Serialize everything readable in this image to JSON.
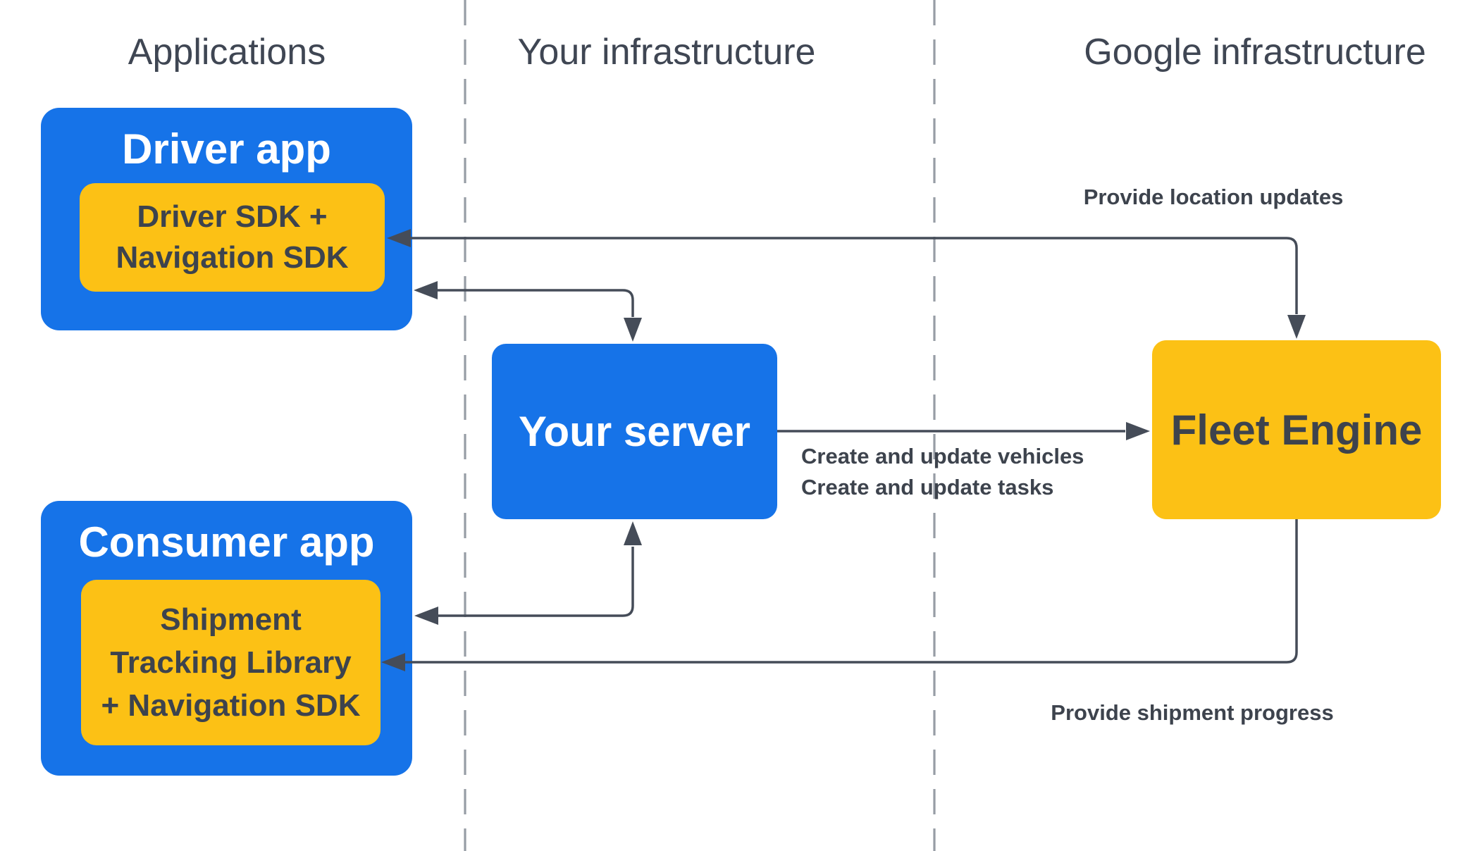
{
  "title": "Fleet Engine architecture diagram",
  "columns": {
    "applications": "Applications",
    "your_infrastructure": "Your infrastructure",
    "google_infrastructure": "Google infrastructure"
  },
  "nodes": {
    "driver_app": {
      "title": "Driver app"
    },
    "driver_sdk": {
      "lines": [
        "Driver SDK +",
        "Navigation SDK"
      ]
    },
    "consumer_app": {
      "title": "Consumer app"
    },
    "shipment_library": {
      "lines": [
        "Shipment",
        "Tracking Library",
        "+ Navigation SDK"
      ]
    },
    "your_server": {
      "title": "Your server"
    },
    "fleet_engine": {
      "title": "Fleet Engine"
    }
  },
  "edges": {
    "provide_location_updates": {
      "label": "Provide location updates"
    },
    "create_update": {
      "lines": [
        "Create and update vehicles",
        "Create and update tasks"
      ]
    },
    "provide_shipment_progress": {
      "label": "Provide shipment progress"
    }
  },
  "colors": {
    "box_blue": "#1673e8",
    "box_yellow": "#fcc115",
    "arrow": "#454c58",
    "dark_text": "#3d434d",
    "header_text": "#3f4653",
    "dashed_divider": "#979da5",
    "background": "#ffffff"
  }
}
